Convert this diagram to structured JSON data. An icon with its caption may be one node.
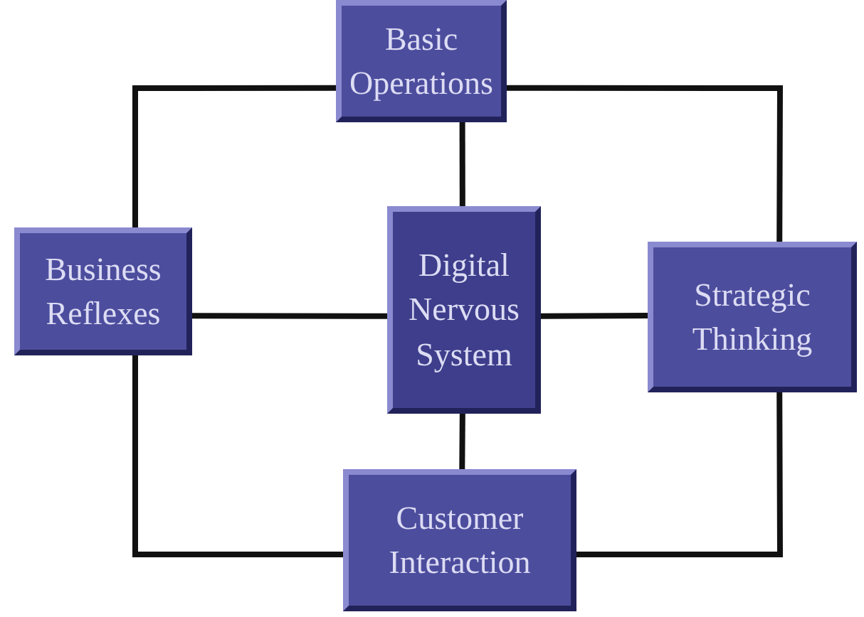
{
  "diagram": {
    "nodes": [
      {
        "text": [
          "Basic Operations"
        ]
      },
      {
        "text": [
          "Business Reflexes"
        ]
      },
      {
        "text": [
          "Digital Nervous System"
        ]
      },
      {
        "text": [
          "Strategic Thinking"
        ]
      },
      {
        "text": [
          "Customer Interaction"
        ]
      }
    ],
    "edges": [
      {
        "from": 2,
        "to": 0,
        "arrow": "none"
      },
      {
        "from": 2,
        "to": 1,
        "arrow": "none"
      },
      {
        "from": 2,
        "to": 3,
        "arrow": "none"
      },
      {
        "from": 2,
        "to": 4,
        "arrow": "none"
      },
      {
        "from": 0,
        "to": 1,
        "arrow": "none"
      },
      {
        "from": 0,
        "to": 3,
        "arrow": "none"
      },
      {
        "from": 1,
        "to": 4,
        "arrow": "none"
      },
      {
        "from": 3,
        "to": 4,
        "arrow": "none"
      }
    ]
  }
}
